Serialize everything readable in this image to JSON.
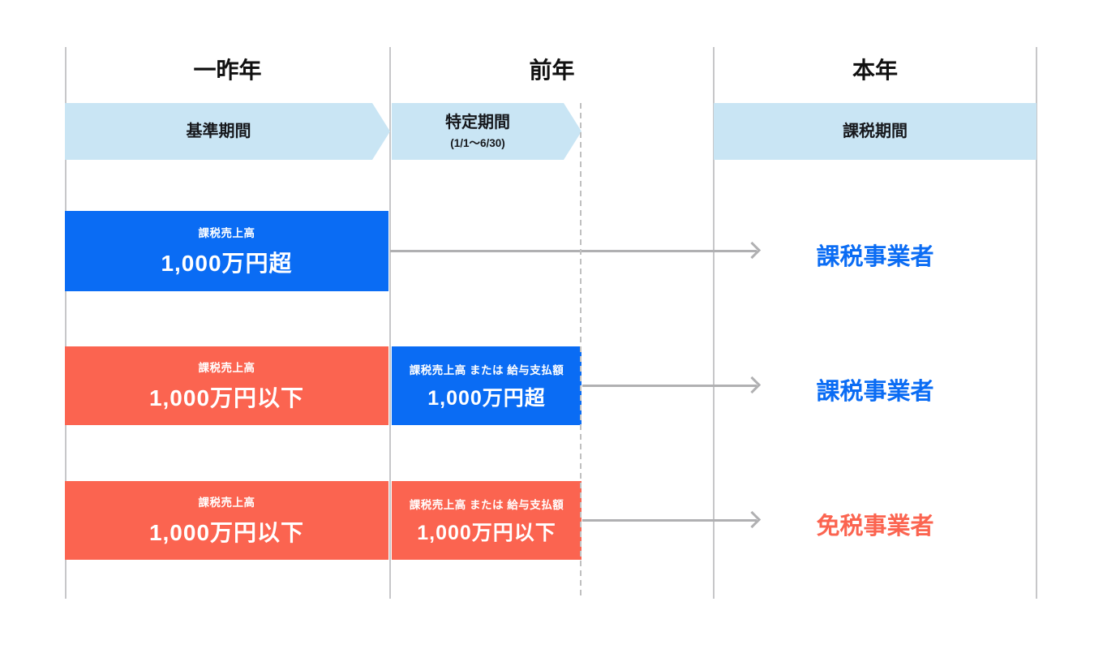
{
  "columns": [
    {
      "header": "一昨年",
      "band_label": "基準期間",
      "band_sublabel": ""
    },
    {
      "header": "前年",
      "band_label": "特定期間",
      "band_sublabel": "(1/1〜6/30)"
    },
    {
      "header": "本年",
      "band_label": "課税期間",
      "band_sublabel": ""
    }
  ],
  "rows": [
    {
      "base_box": {
        "label": "課税売上高",
        "value": "1,000万円超",
        "color": "blue"
      },
      "result": {
        "label": "課税事業者",
        "color": "blue"
      }
    },
    {
      "base_box": {
        "label": "課税売上高",
        "value": "1,000万円以下",
        "color": "red"
      },
      "specific_box": {
        "label": "課税売上高 または 給与支払額",
        "value": "1,000万円超",
        "color": "blue"
      },
      "result": {
        "label": "課税事業者",
        "color": "blue"
      }
    },
    {
      "base_box": {
        "label": "課税売上高",
        "value": "1,000万円以下",
        "color": "red"
      },
      "specific_box": {
        "label": "課税売上高 または 給与支払額",
        "value": "1,000万円以下",
        "color": "red"
      },
      "result": {
        "label": "免税事業者",
        "color": "red"
      }
    }
  ],
  "colors": {
    "taxable_blue": "#0a6cf4",
    "exempt_red": "#fb6450",
    "period_band_light_blue": "#c9e5f4",
    "column_line_gray": "#c7c7c9",
    "arrow_gray": "#b0b0b2",
    "heading_text": "#111111"
  }
}
